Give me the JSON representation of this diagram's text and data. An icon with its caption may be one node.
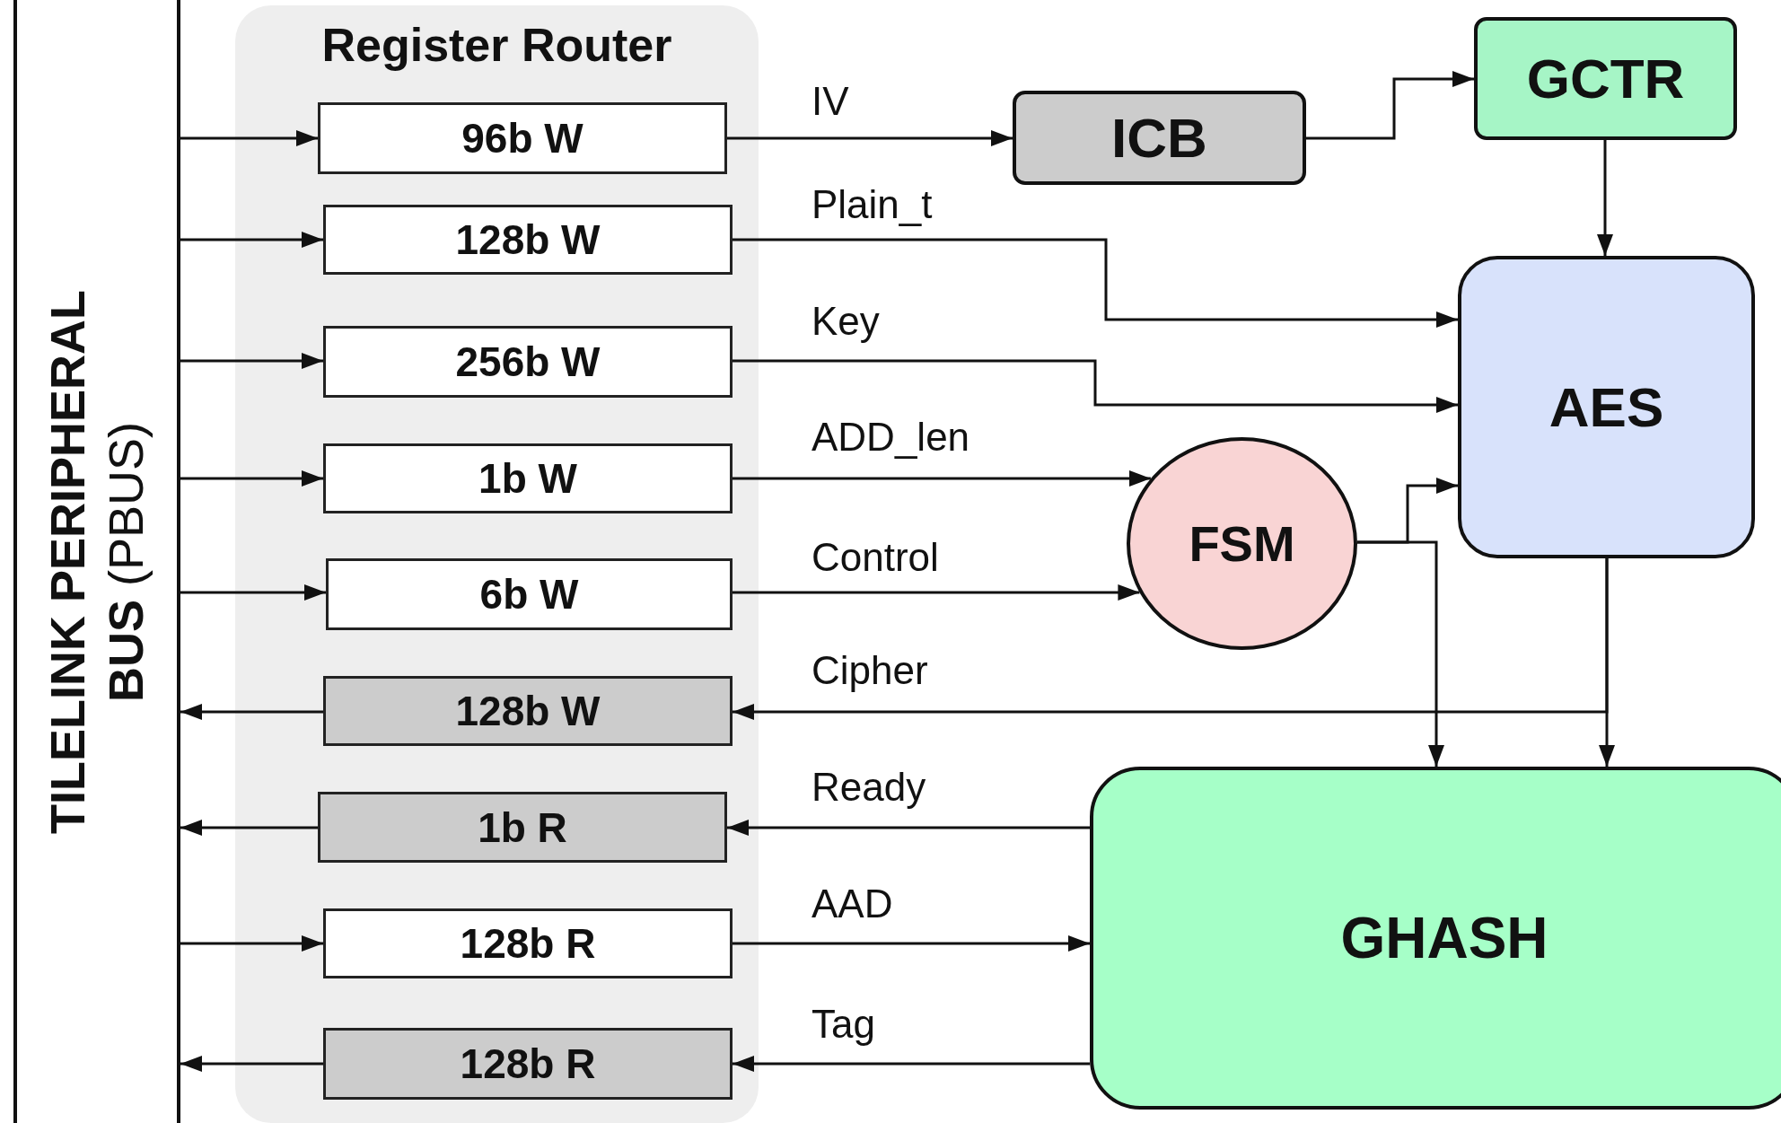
{
  "diagram": {
    "nodes": [
      {
        "text": [
          "**TILELINK PERIPHERAL BUS** (PBUS)"
        ]
      },
      {
        "text": [
          "Register Router"
        ]
      },
      {
        "text": [
          "96b W"
        ],
        "in": 1
      },
      {
        "text": [
          "128b W"
        ],
        "in": 1
      },
      {
        "text": [
          "256b W"
        ],
        "in": 1
      },
      {
        "text": [
          "1b W"
        ],
        "in": 1
      },
      {
        "text": [
          "6b W"
        ],
        "in": 1
      },
      {
        "text": [
          "128b W"
        ],
        "in": 1
      },
      {
        "text": [
          "1b R"
        ],
        "in": 1
      },
      {
        "text": [
          "128b R"
        ],
        "in": 1
      },
      {
        "text": [
          "128b R"
        ],
        "in": 1
      },
      {
        "text": [
          "ICB"
        ]
      },
      {
        "text": [
          "GCTR"
        ]
      },
      {
        "text": [
          "AES"
        ]
      },
      {
        "text": [
          "FSM"
        ]
      },
      {
        "text": [
          "GHASH"
        ]
      }
    ],
    "edges": [
      {
        "from": 0,
        "to": 2,
        "arrow": "to"
      },
      {
        "from": 0,
        "to": 3,
        "arrow": "to"
      },
      {
        "from": 0,
        "to": 4,
        "arrow": "to"
      },
      {
        "from": 0,
        "to": 5,
        "arrow": "to"
      },
      {
        "from": 0,
        "to": 6,
        "arrow": "to"
      },
      {
        "from": 7,
        "to": 0,
        "arrow": "to"
      },
      {
        "from": 8,
        "to": 0,
        "arrow": "to"
      },
      {
        "from": 0,
        "to": 9,
        "arrow": "to"
      },
      {
        "from": 10,
        "to": 0,
        "arrow": "to"
      },
      {
        "from": 2,
        "to": 11,
        "label": "IV",
        "arrow": "to"
      },
      {
        "from": 11,
        "to": 12,
        "arrow": "to"
      },
      {
        "from": 12,
        "to": 13,
        "arrow": "to"
      },
      {
        "from": 3,
        "to": 13,
        "label": "Plain_t",
        "arrow": "to"
      },
      {
        "from": 4,
        "to": 13,
        "label": "Key",
        "arrow": "to"
      },
      {
        "from": 5,
        "to": 14,
        "label": "ADD_len",
        "arrow": "to"
      },
      {
        "from": 6,
        "to": 14,
        "label": "Control",
        "arrow": "to"
      },
      {
        "from": 14,
        "to": 13,
        "arrow": "to"
      },
      {
        "from": 14,
        "to": 15,
        "arrow": "to"
      },
      {
        "from": 13,
        "to": 7,
        "label": "Cipher",
        "arrow": "to"
      },
      {
        "from": 13,
        "to": 15,
        "arrow": "to"
      },
      {
        "from": 15,
        "to": 8,
        "label": "Ready",
        "arrow": "to"
      },
      {
        "from": 9,
        "to": 15,
        "label": "AAD",
        "arrow": "to"
      },
      {
        "from": 15,
        "to": 10,
        "label": "Tag",
        "arrow": "to"
      }
    ]
  }
}
